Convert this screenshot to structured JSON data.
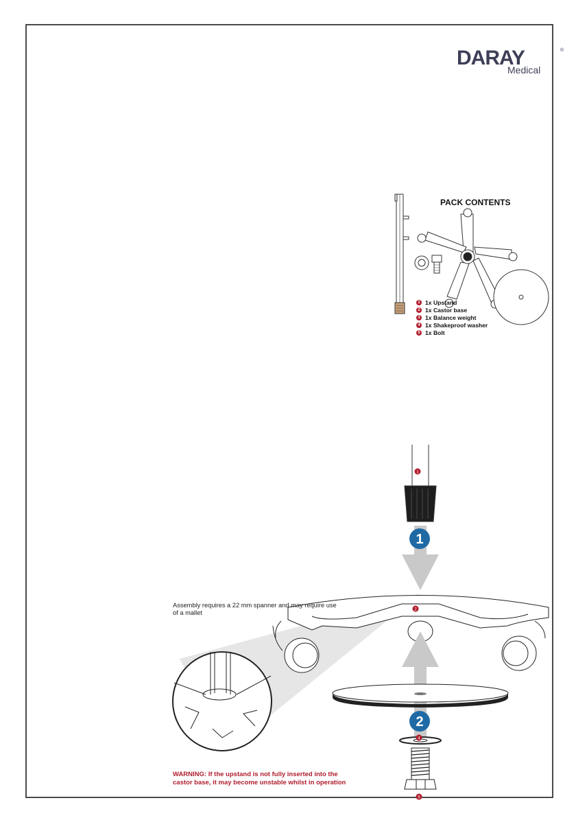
{
  "brand": {
    "name": "DARAY",
    "sub": "Medical",
    "reg_mark": "®"
  },
  "pack": {
    "title": "PACK CONTENTS",
    "items": [
      {
        "num": "1",
        "text": "1x Upstand"
      },
      {
        "num": "2",
        "text": "1x Castor base"
      },
      {
        "num": "3",
        "text": "1x Balance weight"
      },
      {
        "num": "4",
        "text": "1x Shakeproof washer"
      },
      {
        "num": "5",
        "text": "1x Bolt"
      }
    ]
  },
  "assembly": {
    "note": "Assembly  requires a 22 mm spanner and may require use of a mallet",
    "step1": "1",
    "step2": "2",
    "labels": [
      "1",
      "2",
      "3",
      "4",
      "5"
    ]
  },
  "warning": "WARNING: If the upstand is not fully inserted into the castor base, it may become unstable whilst in operation",
  "colors": {
    "brand": "#3d3f57",
    "warning": "#b01e2e",
    "step": "#1f6aa5",
    "arrow": "#c9c9c9"
  }
}
